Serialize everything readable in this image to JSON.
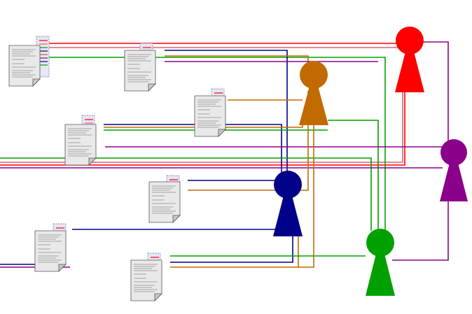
{
  "colors": {
    "red": "#ff0000",
    "orange": "#c06a00",
    "purple": "#8a008a",
    "navy": "#000088",
    "green": "#00a000",
    "pink": "#e0607a",
    "doc_fill": "#e9e9e9"
  },
  "people": [
    {
      "name": "person-red",
      "color": "#ff0000"
    },
    {
      "name": "person-orange",
      "color": "#c06a00"
    },
    {
      "name": "person-purple",
      "color": "#8a008a"
    },
    {
      "name": "person-navy",
      "color": "#000088"
    },
    {
      "name": "person-green",
      "color": "#00a000"
    }
  ],
  "documents": [
    {
      "name": "document-1",
      "icon": "document-icon"
    },
    {
      "name": "document-2",
      "icon": "document-icon"
    },
    {
      "name": "document-3",
      "icon": "document-icon"
    },
    {
      "name": "document-4",
      "icon": "document-icon"
    },
    {
      "name": "document-5",
      "icon": "document-icon"
    },
    {
      "name": "document-6",
      "icon": "document-icon"
    },
    {
      "name": "document-7",
      "icon": "document-icon"
    }
  ]
}
